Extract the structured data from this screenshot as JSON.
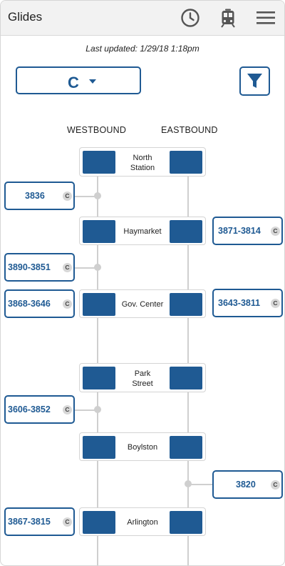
{
  "app": {
    "title": "Glides"
  },
  "toolbar": {
    "history_icon": "clock-icon",
    "train_icon": "train-icon",
    "menu_icon": "hamburger-menu-icon"
  },
  "status": {
    "last_updated": "Last updated: 1/29/18 1:18pm"
  },
  "controls": {
    "line_selected": "C",
    "filter_icon": "funnel-icon"
  },
  "columns": {
    "westbound": "WESTBOUND",
    "eastbound": "EASTBOUND"
  },
  "colors": {
    "accent": "#1f5a93",
    "track": "#cfcfcf",
    "badge": "#d7d7d7"
  },
  "stations": [
    {
      "name": "North Station",
      "lines": [
        "North",
        "Station"
      ]
    },
    {
      "name": "Haymarket",
      "lines": [
        "Haymarket"
      ]
    },
    {
      "name": "Gov. Center",
      "lines": [
        "Gov. Center"
      ]
    },
    {
      "name": "Park Street",
      "lines": [
        "Park",
        "Street"
      ]
    },
    {
      "name": "Boylston",
      "lines": [
        "Boylston"
      ]
    },
    {
      "name": "Arlington",
      "lines": [
        "Arlington"
      ]
    }
  ],
  "trains": [
    {
      "id": "3836",
      "line": "C",
      "direction": "westbound",
      "location": "between North Station and Haymarket"
    },
    {
      "id": "3871-3814",
      "line": "C",
      "direction": "eastbound",
      "location": "at Haymarket"
    },
    {
      "id": "3890-3851",
      "line": "C",
      "direction": "westbound",
      "location": "between Haymarket and Gov. Center"
    },
    {
      "id": "3868-3646",
      "line": "C",
      "direction": "westbound",
      "location": "at Gov. Center"
    },
    {
      "id": "3643-3811",
      "line": "C",
      "direction": "eastbound",
      "location": "at Gov. Center"
    },
    {
      "id": "3606-3852",
      "line": "C",
      "direction": "westbound",
      "location": "between Park Street and Boylston"
    },
    {
      "id": "3820",
      "line": "C",
      "direction": "eastbound",
      "location": "between Boylston and Arlington"
    },
    {
      "id": "3867-3815",
      "line": "C",
      "direction": "westbound",
      "location": "at Arlington"
    }
  ]
}
